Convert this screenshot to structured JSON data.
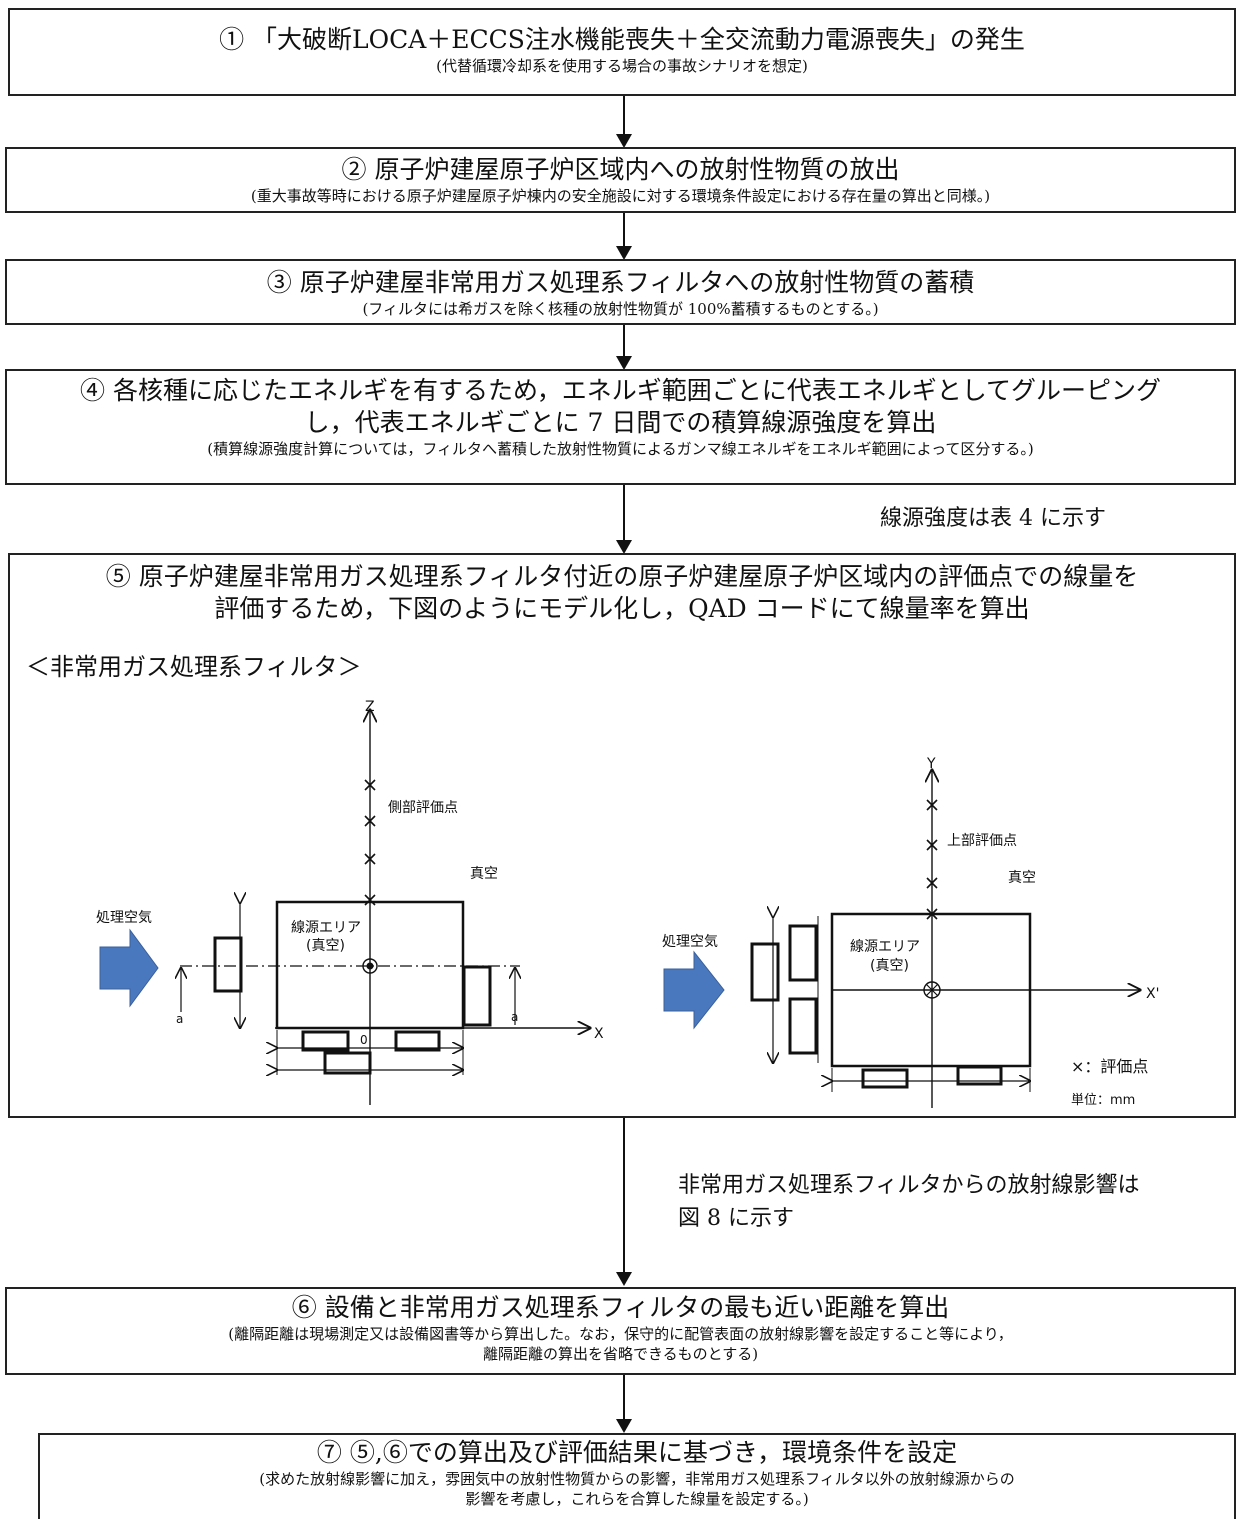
{
  "step1": {
    "main": "① 「大破断LOCA＋ECCS注水機能喪失＋全交流動力電源喪失」の発生",
    "sub": "(代替循環冷却系を使用する場合の事故シナリオを想定)"
  },
  "step2": {
    "main": "② 原子炉建屋原子炉区域内への放射性物質の放出",
    "sub": "(重大事故等時における原子炉建屋原子炉棟内の安全施設に対する環境条件設定における存在量の算出と同様。)"
  },
  "step3": {
    "main": "③ 原子炉建屋非常用ガス処理系フィルタへの放射性物質の蓄積",
    "sub": "(フィルタには希ガスを除く核種の放射性物質が 100%蓄積するものとする。)"
  },
  "step4": {
    "main1": "④ 各核種に応じたエネルギを有するため，エネルギ範囲ごとに代表エネルギとしてグルーピング",
    "main2": "し，代表エネルギごとに 7 日間での積算線源強度を算出",
    "sub": "(積算線源強度計算については，フィルタへ蓄積した放射性物質によるガンマ線エネルギをエネルギ範囲によって区分する。)"
  },
  "note4": "線源強度は表 4 に示す",
  "step5": {
    "main1": "⑤ 原子炉建屋非常用ガス処理系フィルタ付近の原子炉建屋原子炉区域内の評価点での線量を",
    "main2": "評価するため，下図のようにモデル化し，QAD コードにて線量率を算出",
    "heading": "＜非常用ガス処理系フィルタ＞"
  },
  "diagram_left": {
    "axis_z": "Z",
    "axis_x": "X",
    "origin": "0",
    "side_points": "側部評価点",
    "vacuum": "真空",
    "air": "処理空気",
    "source1": "線源エリア",
    "source2": "(真空)",
    "a1": "a",
    "a2": "a"
  },
  "diagram_right": {
    "axis_y": "Y",
    "axis_x": "X'",
    "top_points": "上部評価点",
    "vacuum": "真空",
    "air": "処理空気",
    "source1": "線源エリア",
    "source2": "(真空)",
    "legend": "×：評価点",
    "unit": "単位：mm"
  },
  "note5_1": "非常用ガス処理系フィルタからの放射線影響は",
  "note5_2": "図 8 に示す",
  "step6": {
    "main": "⑥ 設備と非常用ガス処理系フィルタの最も近い距離を算出",
    "sub1": "(離隔距離は現場測定又は設備図書等から算出した。なお，保守的に配管表面の放射線影響を設定すること等により，",
    "sub2": "離隔距離の算出を省略できるものとする)"
  },
  "step7": {
    "main": "⑦ ⑤,⑥での算出及び評価結果に基づき，環境条件を設定",
    "sub1": "(求めた放射線影響に加え，雰囲気中の放射性物質からの影響，非常用ガス処理系フィルタ以外の放射線源からの",
    "sub2": "影響を考慮し，これらを合算した線量を設定する。)"
  }
}
